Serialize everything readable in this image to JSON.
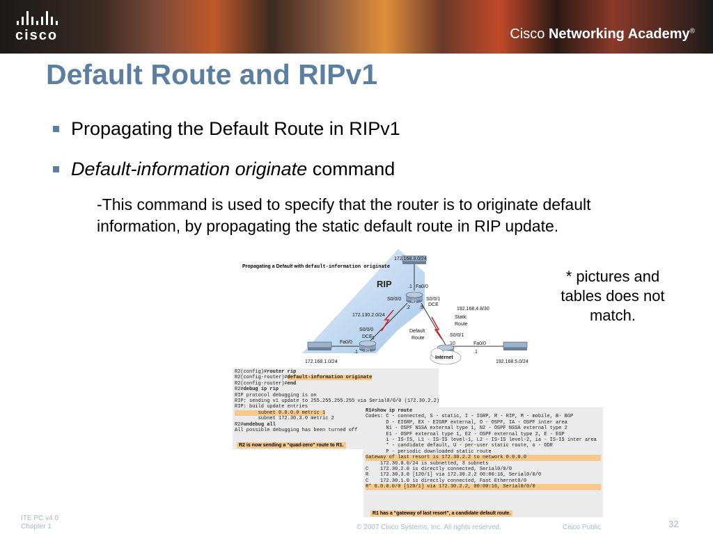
{
  "banner": {
    "logo_text": "cisco",
    "academy_brand": "Cisco",
    "academy_rest": " Networking Academy",
    "academy_mark": "®"
  },
  "slide": {
    "title": "Default Route and RIPv1",
    "bullet1": "Propagating the Default Route in RIPv1",
    "bullet2_italic": "Default-information originate",
    "bullet2_rest": " command",
    "sub_text": "-This command is used to specify that the router is to originate default information, by propagating the static default route in RIP update.",
    "note": "* pictures and tables does not match."
  },
  "diagram": {
    "caption_a": "Propagating a Default with ",
    "caption_b": "default-information originate",
    "rip_label": "RIP",
    "net_172_168_3": "172.168.3.0/24",
    "dot1_top": ".1",
    "fa00_top": "Fa0/0",
    "s000_r2": "S0/0/0",
    "s001_r2": "S0/0/1",
    "dce_r2": "DCE",
    "r2": "R2",
    "dot2": ".2",
    "dot9": ".9",
    "net_172_130": "172.130.2.0/24",
    "net_192_168_4": "192.168.4.8/30",
    "static_route": "Static",
    "static_route2": "Route",
    "default_route": "Default",
    "default_route2": "Route",
    "s000_r1": "S0/0/0",
    "dce_r1": "DCE",
    "fa00_r1": "Fa0/0",
    "dot1_r1": ".1",
    "dot1_r1b": ".1",
    "r1": "R1",
    "net_172_168_1": "172.168.1.0/24",
    "s001_r3": "S0/0/1",
    "fa00_r3": "Fa0/0",
    "dot10": ".10",
    "dot1_r3": ".1",
    "r3": "R3",
    "internet": "Internet",
    "net_192_168_5": "192.168.5.0/24"
  },
  "cli_r2": [
    {
      "prompt": "R2(config)#",
      "cmd": "router rip"
    },
    {
      "prompt": "R2(config-router)#",
      "cmd": "default-information originate",
      "hl": true
    },
    {
      "prompt": "R2(config-router)#",
      "cmd": "end"
    },
    {
      "prompt": "R2#",
      "cmd": "debug ip rip"
    },
    {
      "prompt": "",
      "cmd": "RIP protocol debugging is on"
    },
    {
      "prompt": "",
      "cmd": "RIP: sending v1 update to 255.255.255.255 via Serial0/0/0 (172.30.2.2)"
    },
    {
      "prompt": "",
      "cmd": "RIP: build update entries"
    },
    {
      "prompt": "",
      "cmd": "        subnet 0.0.0.0 metric 1",
      "hl": true
    },
    {
      "prompt": "",
      "cmd": "        subnet 172.30.3.0 metric 2"
    },
    {
      "prompt": "R2#",
      "cmd": "undebug all"
    },
    {
      "prompt": "",
      "cmd": "All possible debugging has been turned off"
    }
  ],
  "cli_r2_tag": "R2 is now sending a “quad-zero” route to R1.",
  "cli_r1": [
    {
      "text": "R1#show ip route"
    },
    {
      "text": "Codes: C - connected, S - static, I - IGRP, R - RIP, M - mobile, B- BGP"
    },
    {
      "text": "       D - EIGRP, EX - EIGRP external, O - OSPF, IA - OSPF inter area"
    },
    {
      "text": "       N1 - OSPF NSSA external type 1, N2 - OSPF NSSA external type 2"
    },
    {
      "text": "       E1 - OSPF external type 1, E2 - OSPF external type 2, E - EGP"
    },
    {
      "text": "       i - IS-IS, L1 - IS-IS level-1, L2 - IS-IS level-2, ia - IS-IS inter area"
    },
    {
      "text": "       * - candidate default, U - per-user static route, o - ODR"
    },
    {
      "text": "       P - periodic downloaded static route"
    },
    {
      "text": ""
    },
    {
      "text": "Gateway of last resort is 172.30.2.2 to network 0.0.0.0",
      "hl": true
    },
    {
      "text": ""
    },
    {
      "text": "     172.30.0.0/24 is subnetted, 3 subnets"
    },
    {
      "text": "C    172.30.2.0 is directly connected, Serial0/0/0"
    },
    {
      "text": "R    172.30.3.0 [120/1] via 172.30.2.2 00:00:16, Serial0/0/0"
    },
    {
      "text": "C    172.30.1.0 is directly connected, Fast Ethernet0/0"
    },
    {
      "text": "R* 0.0.0.0/0 [120/1] via 172.30.2.2, 00:00:16, Serial0/0/0",
      "hl": true
    }
  ],
  "cli_r1_tag": "R1 has a “gateway of last resort”, a candidate default route.",
  "footer": {
    "course": "ITE PC v4.0",
    "chapter": "Chapter 1",
    "copyright": "© 2007 Cisco Systems, Inc. All rights reserved.",
    "classification": "Cisco Public",
    "page": "32"
  },
  "colors": {
    "title": "#5b7fa1",
    "highlight": "#f7c98a",
    "rip_area": "#bcd5ef"
  }
}
